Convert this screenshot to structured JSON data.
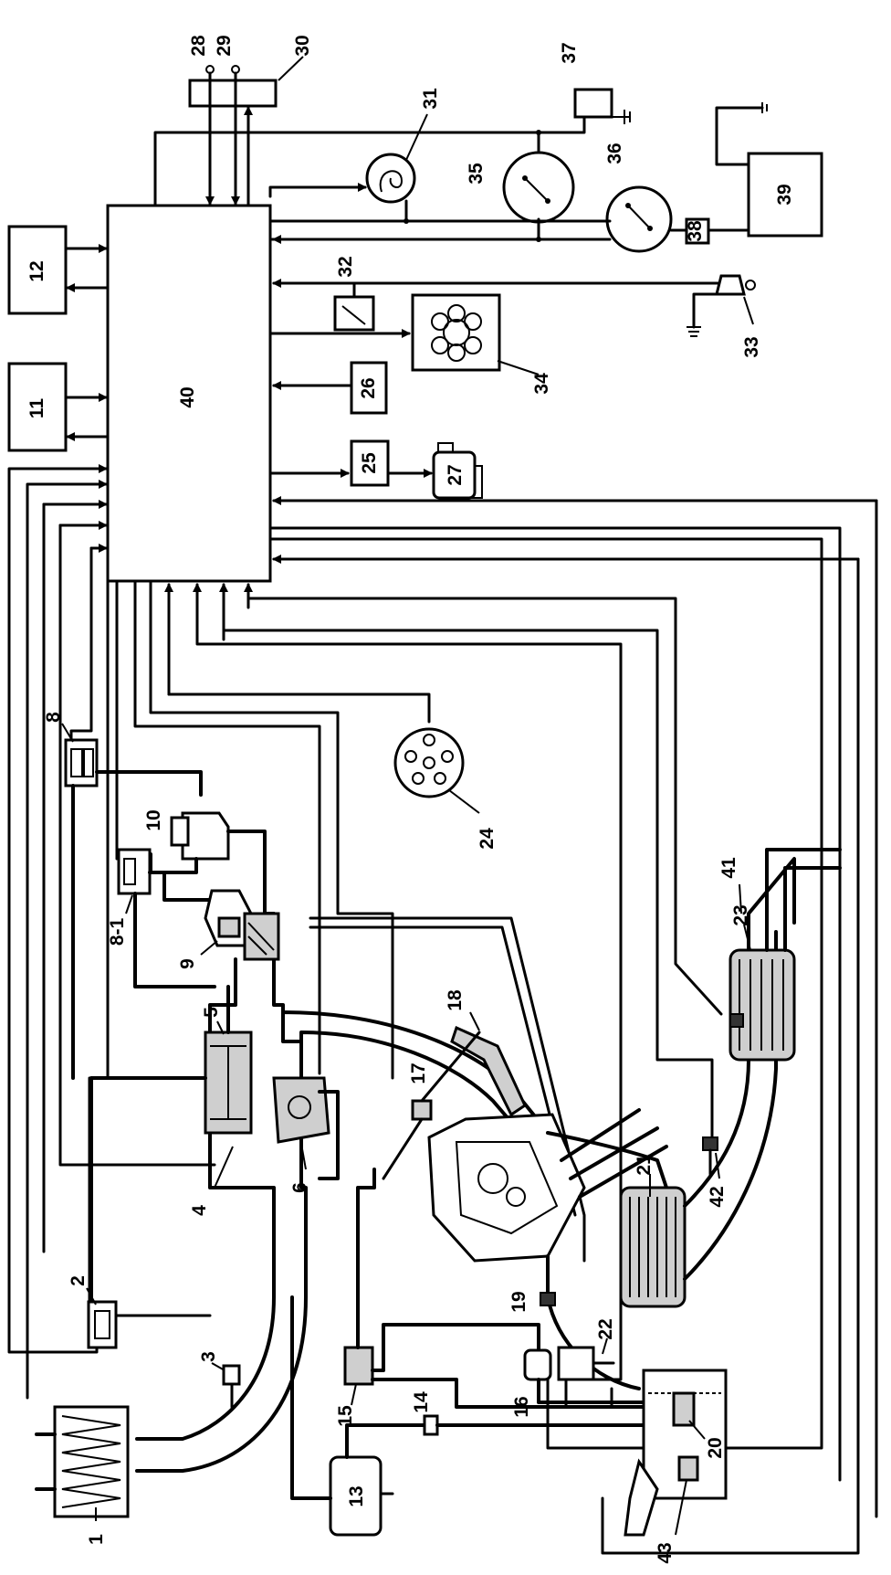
{
  "components": {
    "c1": "1",
    "c2": "2",
    "c3": "3",
    "c4": "4",
    "c5": "5",
    "c6": "6",
    "c8": "8",
    "c8_1": "8-1",
    "c9": "9",
    "c10": "10",
    "c11": "11",
    "c12": "12",
    "c13": "13",
    "c14": "14",
    "c15": "15",
    "c16": "16",
    "c17": "17",
    "c18": "18",
    "c19": "19",
    "c20": "20",
    "c21": "21",
    "c22": "22",
    "c23": "23",
    "c24": "24",
    "c25": "25",
    "c26": "26",
    "c27": "27",
    "c28": "28",
    "c29": "29",
    "c30": "30",
    "c31": "31",
    "c32": "32",
    "c33": "33",
    "c34": "34",
    "c35": "35",
    "c36": "36",
    "c37": "37",
    "c38": "38",
    "c39": "39",
    "c40": "40",
    "c41": "41",
    "c42": "42",
    "c43": "43"
  }
}
